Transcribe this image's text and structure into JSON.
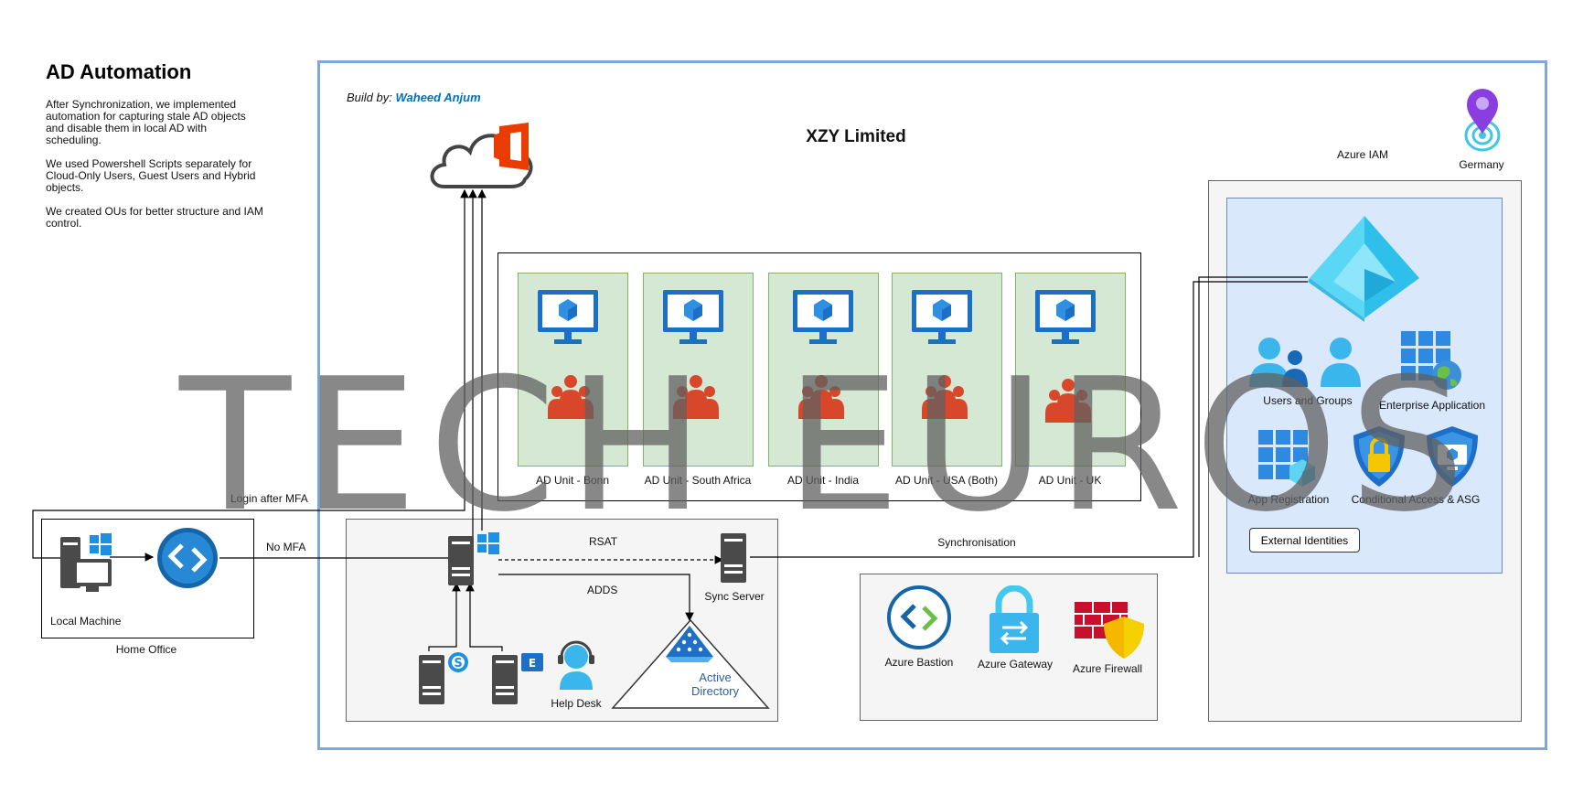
{
  "intro": {
    "title": "AD Automation",
    "paragraphs": [
      "After Synchronization, we implemented automation for capturing stale AD objects and disable them in local AD with scheduling.",
      "We used Powershell Scripts separately for Cloud-Only Users, Guest Users and Hybrid objects.",
      "We created OUs for better structure and IAM control."
    ]
  },
  "build": {
    "prefix": "Build by: ",
    "author": "Waheed Anjum"
  },
  "company_title": "XZY Limited",
  "ad_units": [
    "AD Unit - Bonn",
    "AD Unit - South Africa",
    "AD Unit - India",
    "AD Unit - USA (Both)",
    "AD Unit - UK"
  ],
  "azure_iam": {
    "title": "Azure IAM",
    "location": "Germany",
    "users_groups": "Users and Groups",
    "enterprise_app": "Enterprise Application",
    "app_registration": "App Registration",
    "conditional_access": "Conditional Access & ASG",
    "external_identities": "External Identities"
  },
  "connections": {
    "login_after_mfa": "Login after MFA",
    "no_mfa": "No MFA",
    "rsat": "RSAT",
    "adds": "ADDS",
    "synchronisation": "Synchronisation"
  },
  "onprem": {
    "sync_server": "Sync Server",
    "help_desk": "Help Desk",
    "active_directory": [
      "Active",
      "Directory"
    ]
  },
  "home": {
    "local_machine": "Local Machine",
    "home_office": "Home Office"
  },
  "network": {
    "bastion": "Azure Bastion",
    "gateway": "Azure Gateway",
    "firewall": "Azure Firewall"
  },
  "watermark": "TECH EUROS",
  "colors": {
    "frame": "#7ea6e0",
    "ou_fill": "#d5e8d4",
    "ou_border": "#82b366",
    "iam_fill": "#dae8fc",
    "panel_fill": "#f5f5f5",
    "author": "#0070c0",
    "office_orange": "#eb3c00",
    "people_red": "#d9472b",
    "azure_blue": "#0078d4"
  },
  "icons": [
    "cloud-office-icon",
    "monitor-cube-icon",
    "people-group-icon",
    "location-pin-icon",
    "entra-pyramid-icon",
    "users-icon",
    "enterprise-app-icon",
    "app-registration-icon",
    "conditional-access-icon",
    "asg-shield-icon",
    "server-windows-icon",
    "server-icon",
    "server-skype-icon",
    "server-exchange-icon",
    "help-desk-icon",
    "active-directory-icon",
    "local-machine-icon",
    "remote-desktop-icon",
    "azure-bastion-icon",
    "azure-gateway-icon",
    "azure-firewall-icon"
  ]
}
